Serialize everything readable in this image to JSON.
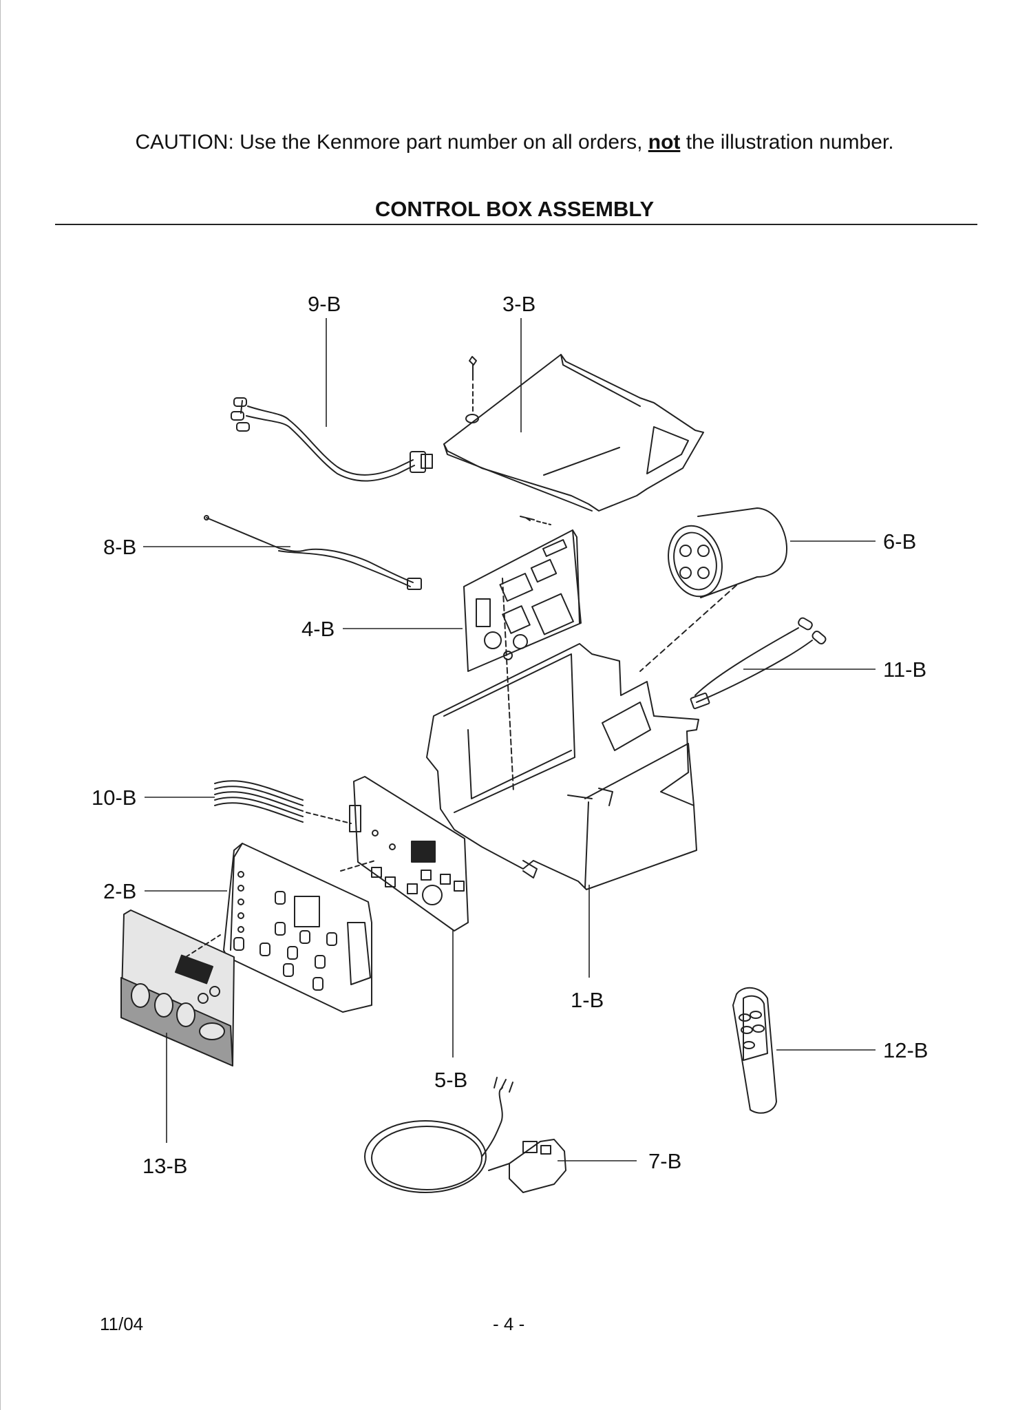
{
  "header": {
    "caution_before": "CAUTION: Use the Kenmore part number on all orders, ",
    "caution_emphasis": "not",
    "caution_after": " the illustration number.",
    "title": "CONTROL BOX ASSEMBLY"
  },
  "callouts": {
    "c1": "1-B",
    "c2": "2-B",
    "c3": "3-B",
    "c4": "4-B",
    "c5": "5-B",
    "c6": "6-B",
    "c7": "7-B",
    "c8": "8-B",
    "c9": "9-B",
    "c10": "10-B",
    "c11": "11-B",
    "c12": "12-B",
    "c13": "13-B"
  },
  "footer": {
    "date": "11/04",
    "page": "- 4 -"
  }
}
